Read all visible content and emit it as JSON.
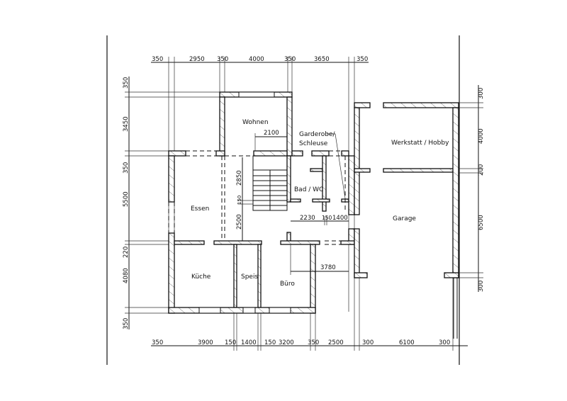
{
  "rooms": {
    "wohnen": "Wohnen",
    "garderobe_1": "Garderobe/",
    "garderobe_2": "Schleuse",
    "bad": "Bad / WC",
    "essen": "Essen",
    "kueche": "Küche",
    "speis": "Speis",
    "buero": "Büro",
    "werkstatt": "Werkstatt / Hobby",
    "garage": "Garage"
  },
  "dims_top": [
    "350",
    "2950",
    "350",
    "4000",
    "350",
    "3650",
    "350"
  ],
  "dims_left": [
    "350",
    "3450",
    "350",
    "5500",
    "220",
    "4080",
    "350"
  ],
  "dims_right": [
    "300",
    "4000",
    "200",
    "6500",
    "300"
  ],
  "dims_bottom": [
    "350",
    "3900",
    "150",
    "1400",
    "150",
    "3200",
    "350",
    "2500",
    "300",
    "6100",
    "300"
  ],
  "dims_inner": {
    "wohnen_width": "2100",
    "stair_run": "2850",
    "stair_landing": "150",
    "stair_lower": "2500",
    "hall_a": "2230",
    "hall_b": "150",
    "hall_c": "1400",
    "hall_d": "3780"
  }
}
